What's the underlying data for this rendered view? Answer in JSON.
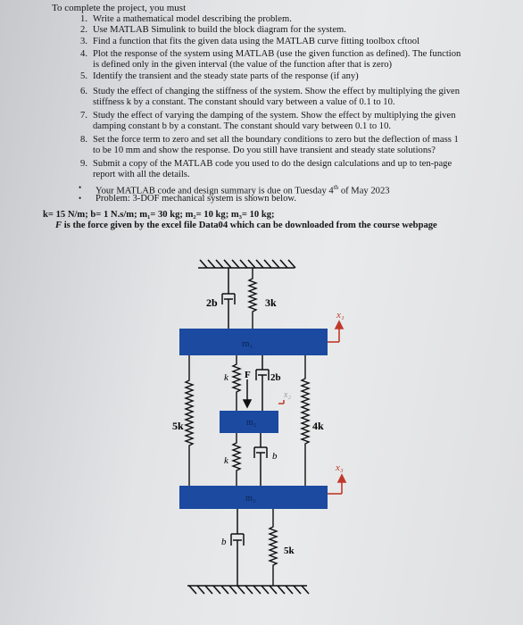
{
  "intro": "To complete the project, you must",
  "steps": [
    {
      "num": "1.",
      "lines": [
        "Write a mathematical model describing the problem."
      ]
    },
    {
      "num": "2.",
      "lines": [
        "Use MATLAB Simulink to build the block diagram for the system."
      ]
    },
    {
      "num": "3.",
      "lines": [
        "Find a function that fits the given data using the MATLAB curve fitting toolbox cftool"
      ]
    },
    {
      "num": "4.",
      "lines": [
        "Plot the response of the system using MATLAB (use the given function as defined). The function",
        "is defined only in the given interval (the value of the function after that is zero)"
      ]
    },
    {
      "num": "5.",
      "lines": [
        "Identify the transient and the steady state parts of the response (if any)"
      ]
    },
    {
      "num": "6.",
      "lines": [
        "Study the effect of changing the stiffness of the system. Show the effect by multiplying the given",
        "stiffness k by a constant. The constant should vary between a value of 0.1 to 10."
      ]
    },
    {
      "num": "7.",
      "lines": [
        "Study the effect of varying the damping of the system. Show the effect by multiplying the given",
        "damping constant b by a constant. The constant should vary between 0.1 to 10."
      ]
    },
    {
      "num": "8.",
      "lines": [
        "Set the force term to zero and set all the boundary conditions to zero but the deflection of mass 1",
        "to be 10 mm and show the response. Do you still have transient and steady state solutions?"
      ]
    },
    {
      "num": "9.",
      "lines": [
        "Submit a copy of the MATLAB code you used to do the design calculations and up to ten-page",
        "report with all the details."
      ]
    }
  ],
  "bullets": [
    {
      "bullet": "•",
      "text_pre": "Your MATLAB code and design summary is due on Tuesday 4",
      "sup": "th",
      "text_post": " of May 2023"
    },
    {
      "bullet": "•",
      "text_pre": "Problem: 3-DOF mechanical system is shown below.",
      "sup": "",
      "text_post": ""
    }
  ],
  "params": "k= 15 N/m; b= 1 N.s/m; m₁= 30 kg; m₂= 10 kg; m₃= 10 kg;",
  "force_line": {
    "pre": "F is the force given by the excel file ",
    "dataset": "Data04",
    "post": " which can be downloaded from the course webpage"
  },
  "diagram": {
    "labels": {
      "damper_top": "2b",
      "spring_top": "3k",
      "mass1": "m₁",
      "spring_mid": "k",
      "force": "F",
      "damper_mid": "2b",
      "x2": "x₂",
      "mass2": "m₂",
      "spring_left": "5k",
      "spring_right": "4k",
      "spring_low": "k",
      "damper_low": "b",
      "mass3": "m₃",
      "damper_bottom": "b",
      "spring_bottom": "5k",
      "x1": "x₁",
      "x3": "x₃"
    },
    "colors": {
      "mass": "#1b4aa0",
      "ink": "#111111",
      "arrow": "#c0392b"
    }
  }
}
